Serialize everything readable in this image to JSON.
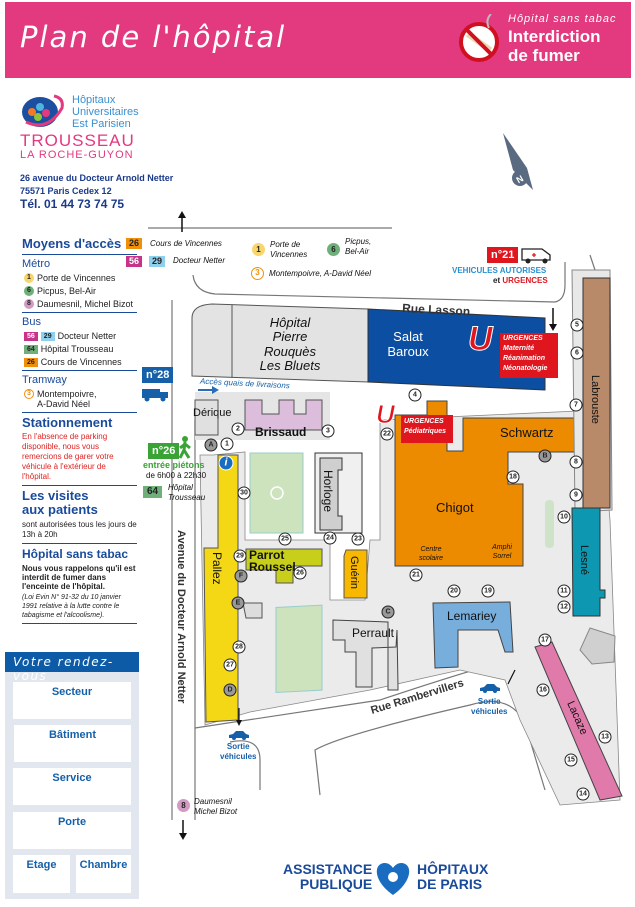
{
  "header": {
    "title": "Plan de l'hôpital",
    "no_smoking_tagline": "Hôpital sans tabac",
    "no_smoking_line1": "Interdiction",
    "no_smoking_line2": "de fumer",
    "color": "#e3397f"
  },
  "logo": {
    "line1": "Hôpitaux",
    "line2": "Universitaires",
    "line3": "Est Parisien",
    "name1": "TROUSSEAU",
    "name2": "LA ROCHE-GUYON"
  },
  "address": {
    "street": "26 avenue du Docteur Arnold Netter",
    "city": "75571 Paris Cedex 12",
    "phone": "Tél. 01 44 73 74 75"
  },
  "sidebar": {
    "access_title": "Moyens d'accès",
    "metro_title": "Métro",
    "metro": [
      {
        "num": "1",
        "label": "Porte de Vincennes",
        "color": "#f9d66b"
      },
      {
        "num": "6",
        "label": "Picpus, Bel-Air",
        "color": "#6fb07a"
      },
      {
        "num": "8",
        "label": "Daumesnil, Michel Bizot",
        "color": "#d39bc4"
      }
    ],
    "bus_title": "Bus",
    "bus": [
      {
        "nums": [
          "56",
          "29"
        ],
        "label": "Docteur Netter"
      },
      {
        "nums": [
          "64"
        ],
        "label": "Hôpital Trousseau"
      },
      {
        "nums": [
          "26"
        ],
        "label": "Cours de Vincennes"
      }
    ],
    "tram_title": "Tramway",
    "tram": {
      "num": "3",
      "label1": "Montempoivre,",
      "label2": "A-David Néel"
    },
    "parking_title": "Stationnement",
    "parking_text": "En l'absence de parking disponible, nous vous remercions de garer votre véhicule à l'extérieur de l'hôpital.",
    "visits_title1": "Les visites",
    "visits_title2": "aux patients",
    "visits_text": "sont autorisées tous les jours de 13h à 20h",
    "tabac_title": "Hôpital sans tabac",
    "tabac_text": "Nous vous rappelons qu'il est interdit de fumer dans l'enceinte de l'hôpital.",
    "tabac_law": "(Loi Evin N° 91-32 du 10 janvier 1991 relative à la lutte contre le tabagisme et l'alcoolisme)."
  },
  "rendezvous": {
    "title": "Votre rendez-vous",
    "fields": [
      "Secteur",
      "Bâtiment",
      "Service",
      "Porte",
      "Etage",
      "Chambre"
    ]
  },
  "map": {
    "transit": {
      "bus26": "26",
      "bus26_label": "Cours de Vincennes",
      "bus56": "56",
      "bus29": "29",
      "bus5629_label": "Docteur Netter",
      "m1": "1",
      "m1_label1": "Porte de",
      "m1_label2": "Vincennes",
      "m6": "6",
      "m6_label1": "Picpus,",
      "m6_label2": "Bel-Air",
      "t3": "3",
      "t3_label": "Montempoivre, A-David Néel",
      "m8": "8",
      "m8_label1": "Daumesnil",
      "m8_label2": "Michel Bizot",
      "bus64": "64",
      "bus64_label1": "Hôpital",
      "bus64_label2": "Trousseau"
    },
    "streets": {
      "lasson": "Rue Lasson",
      "rambervillers": "Rue Rambervillers",
      "netter": "Avenue du Docteur Arnold Netter"
    },
    "entrances": {
      "n28": "n°28",
      "delivery": "Accès quais de livraisons",
      "n26": "n°26",
      "pedestrian": "entrée piétons",
      "hours": "de 6h00  à 22h30",
      "n21": "n°21",
      "vehicles": "VEHICULES AUTORISES",
      "et": "et",
      "urgences": "URGENCES"
    },
    "exits": {
      "label1": "Sortie",
      "label2": "véhicules"
    },
    "emergency": {
      "u": "U",
      "maternite_title": "URGENCES",
      "maternite_lines": [
        "Maternité",
        "Réanimation",
        "Néonatologie"
      ],
      "pediatric_title": "URGENCES",
      "pediatric_line": "Pédiatriques"
    },
    "buildings": {
      "rouques": [
        "Hôpital",
        "Pierre",
        "Rouquès",
        "Les Bluets"
      ],
      "salat": [
        "Salat",
        "Baroux"
      ],
      "derique": "Dérique",
      "brissaud": "Brissaud",
      "horloge": "Horloge",
      "pallez": "Pallez",
      "parrot": [
        "Parrot",
        "Roussel"
      ],
      "guerin": "Guérin",
      "chigot": "Chigot",
      "schwartz": "Schwartz",
      "centre": [
        "Centre",
        "scolaire"
      ],
      "amphi": [
        "Amphi",
        "Sorrel"
      ],
      "labrouste": "Labrouste",
      "lesne": "Lesné",
      "lacaze": "Lacaze",
      "perrault": "Perrault",
      "lemariey": "Lemariey"
    },
    "markers": {
      "A": "A",
      "1": "1",
      "2": "2",
      "3": "3",
      "4": "4",
      "5": "5",
      "6": "6",
      "7": "7",
      "8": "8",
      "9": "9",
      "10": "10",
      "11": "11",
      "12": "12",
      "13": "13",
      "14": "14",
      "15": "15",
      "16": "16",
      "17": "17",
      "18": "18",
      "B": "B",
      "19": "19",
      "20": "20",
      "21": "21",
      "22": "22",
      "23": "23",
      "24": "24",
      "25": "25",
      "26": "26",
      "29": "29",
      "30": "30",
      "F": "F",
      "E": "E",
      "C": "C",
      "D": "D",
      "28": "28",
      "27": "27",
      "info": "i"
    },
    "compass": "N"
  },
  "footer": {
    "aphp1": "ASSISTANCE",
    "aphp2": "PUBLIQUE",
    "aphp3": "HÔPITAUX",
    "aphp4": "DE PARIS"
  }
}
